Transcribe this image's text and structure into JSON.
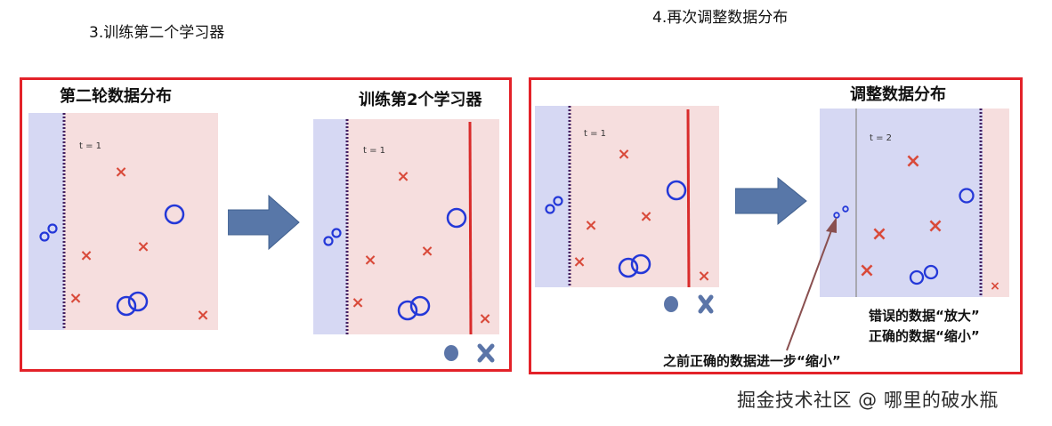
{
  "step3": {
    "title": "3.训练第二个学习器",
    "left_panel_label": "第二轮数据分布",
    "right_panel_label": "训练第2个学习器",
    "t_label": "t = 1"
  },
  "step4": {
    "title": "4.再次调整数据分布",
    "left_t_label": "t = 1",
    "right_panel_label": "调整数据分布",
    "right_t_label": "t = 2",
    "note_wrong": "错误的数据“放大”",
    "note_correct": "正确的数据“缩小”",
    "note_previous": "之前正确的数据进一步“缩小”"
  },
  "marks": {
    "cross": "×"
  },
  "colors": {
    "frame": "#e32229",
    "blue_region": "#d6d8f3",
    "pink_region": "#f6dede",
    "circle": "#2438d8",
    "cross": "#d94a3a",
    "arrow": "#5877a8",
    "legend": "#5b75a8"
  },
  "watermark": "掘金技术社区 @ 哪里的破水瓶"
}
